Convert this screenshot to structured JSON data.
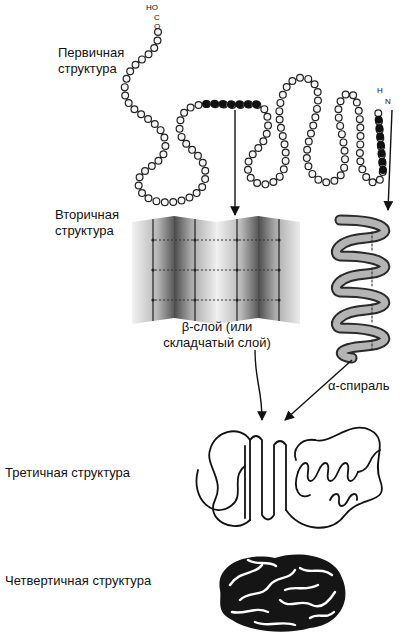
{
  "diagram": {
    "nodes": [
      {
        "text": [
          "Первичная структура"
        ]
      },
      {
        "text": [
          "β-слой (или складчатый слой)"
        ]
      },
      {
        "text": [
          "α-спираль"
        ]
      },
      {
        "text": [
          "Третичная структура"
        ]
      },
      {
        "text": [
          "Четвертичная структура"
        ]
      }
    ],
    "edges": [
      {
        "from": 0,
        "to": 1,
        "arrow": "to"
      },
      {
        "from": 0,
        "to": 2,
        "arrow": "to"
      },
      {
        "from": 1,
        "to": 3,
        "arrow": "to"
      },
      {
        "from": 2,
        "to": 3,
        "arrow": "to"
      }
    ],
    "labels": [
      "Вторичная структура",
      "HO",
      "C",
      "O",
      "H",
      "N"
    ]
  }
}
